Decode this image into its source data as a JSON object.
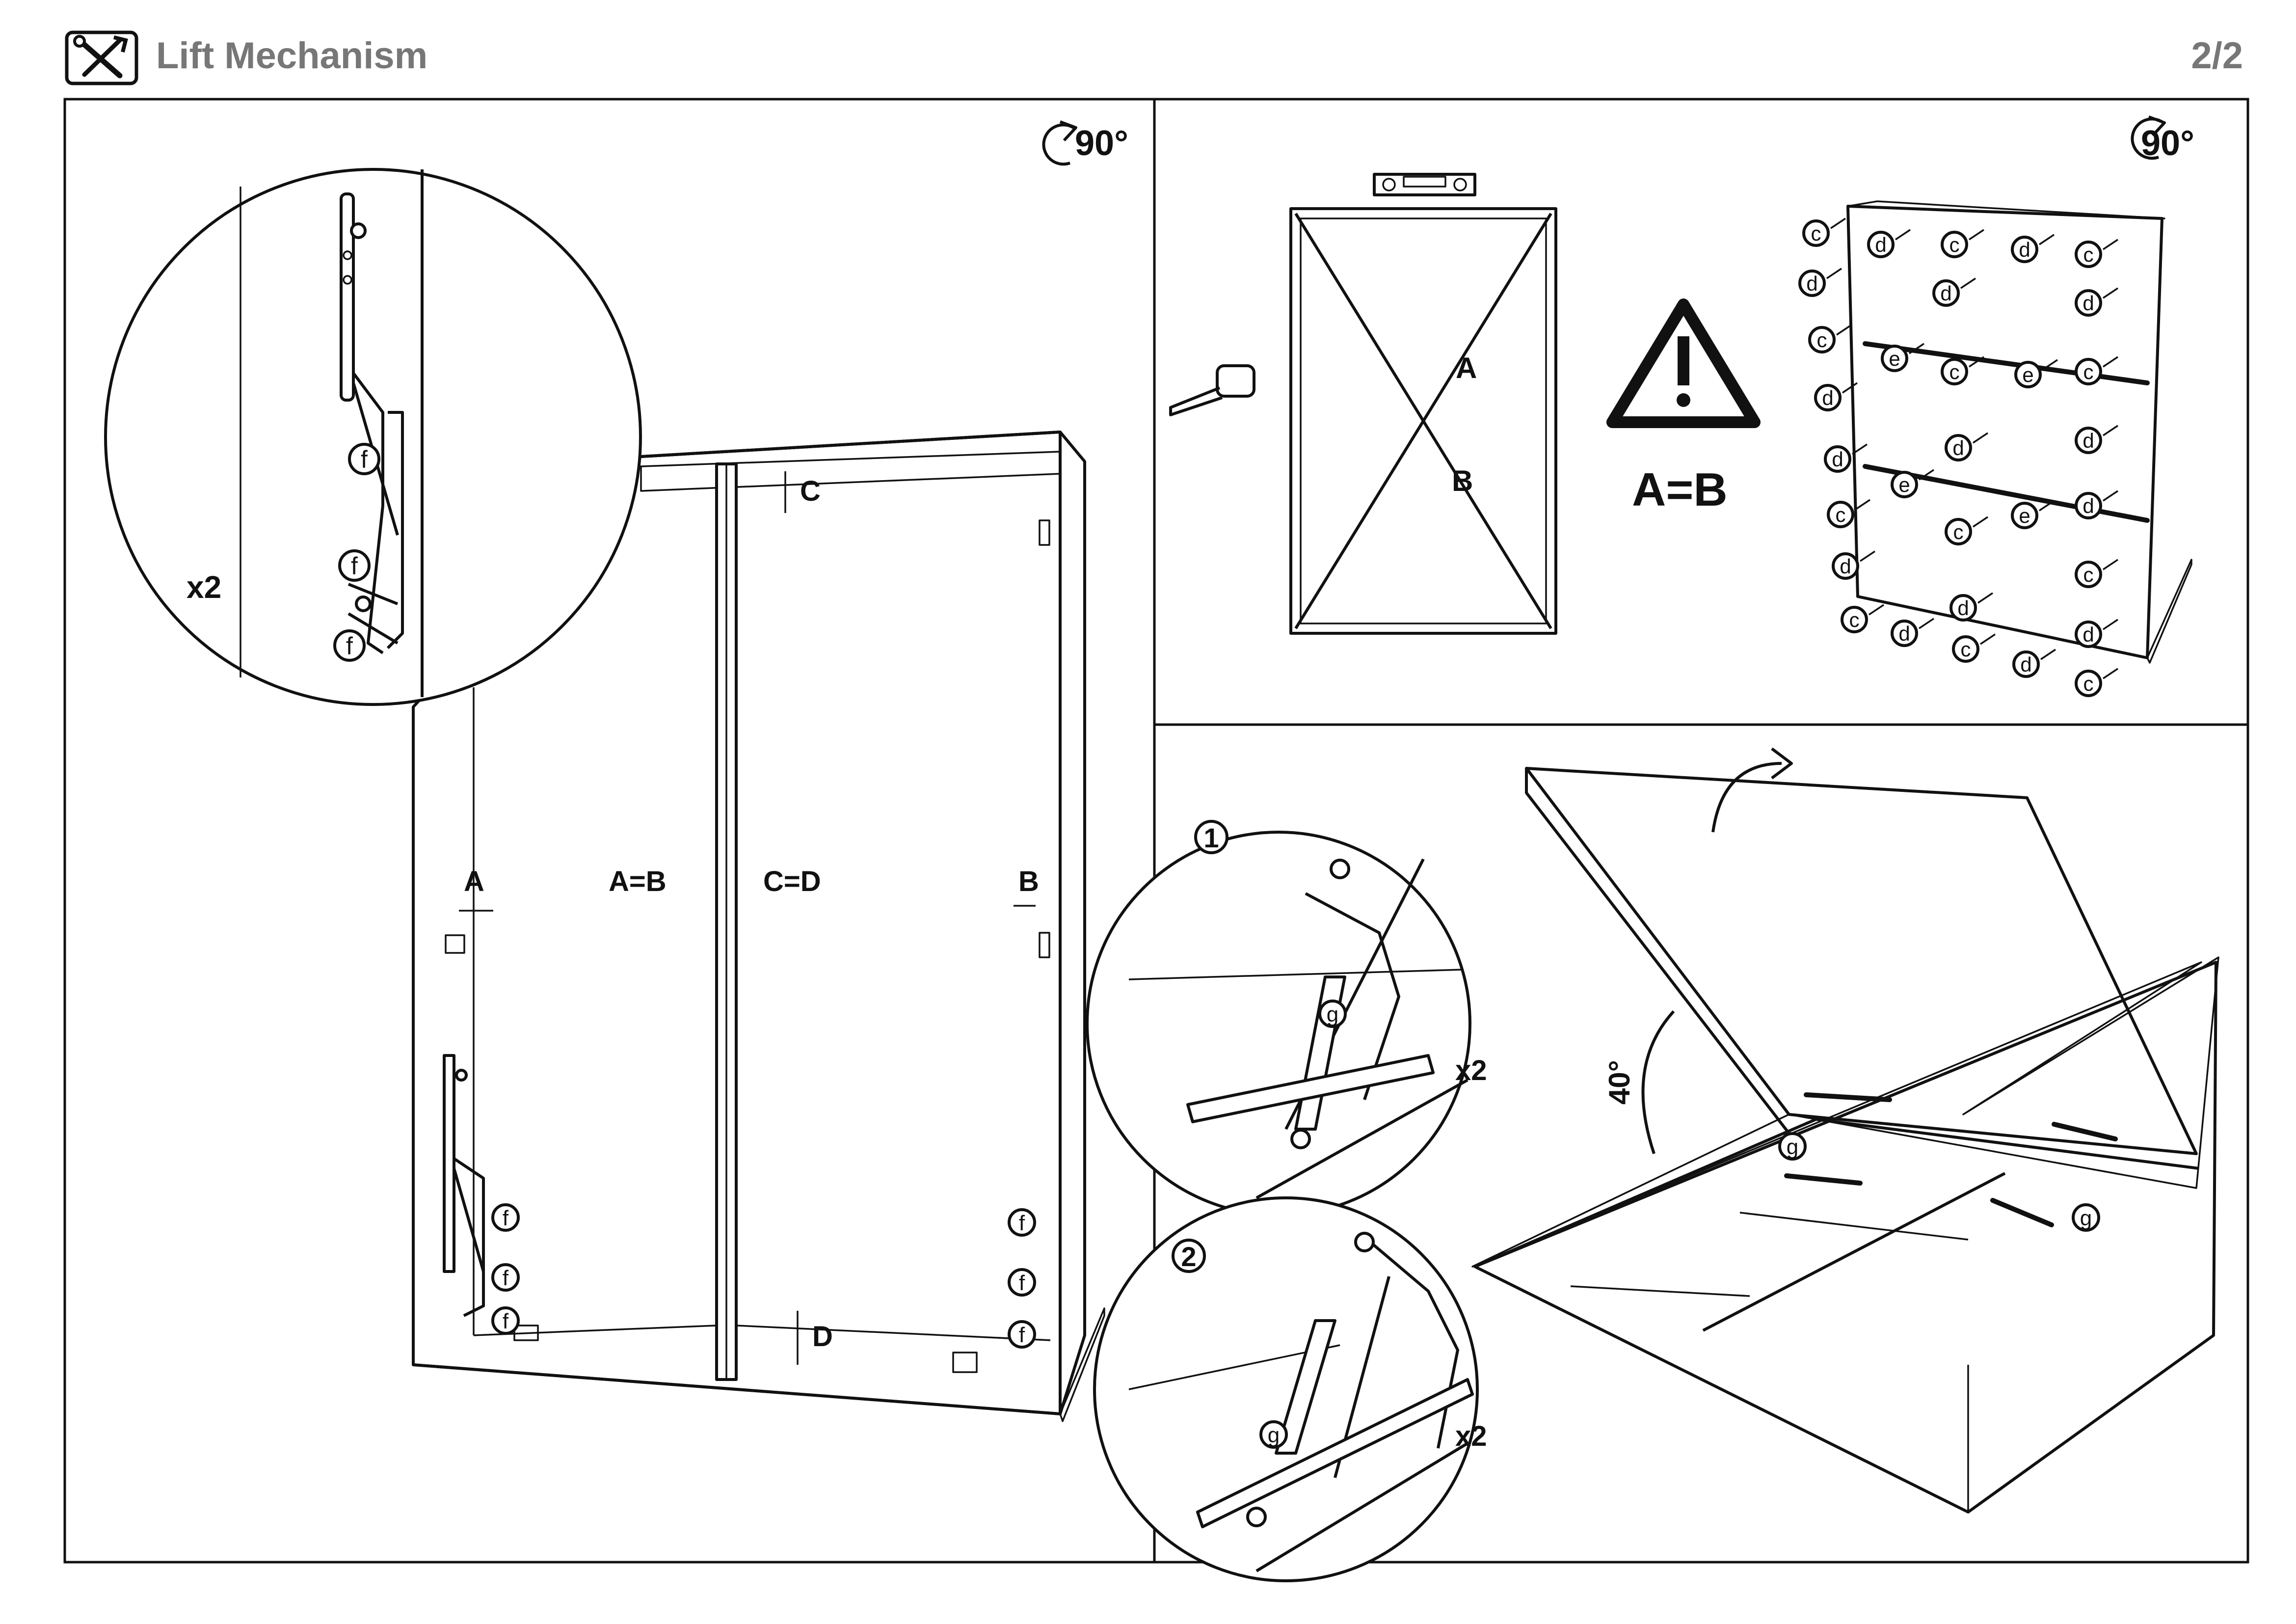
{
  "header": {
    "title": "Lift Mechanism",
    "page": "2/2",
    "tool_icon": "wrench-screwdriver-icon"
  },
  "panel_left": {
    "rotate_label": "90°",
    "multiplier": "x2",
    "part_label": "f",
    "dims": {
      "a": "A",
      "b": "B",
      "c": "C",
      "d": "D",
      "ab": "A=B",
      "cd": "C=D"
    }
  },
  "panel_top_right": {
    "rotate_label": "90°",
    "diag_a": "A",
    "diag_b": "B",
    "equation": "A=B",
    "warning_icon": "warning-triangle-icon",
    "level_icon": "spirit-level-icon",
    "tape_icon": "tape-measure-icon",
    "screw_labels": {
      "c": "c",
      "d": "d",
      "e": "e"
    }
  },
  "panel_bottom_right": {
    "step1": "1",
    "step2": "2",
    "multiplier": "x2",
    "gas_strut_label": "g",
    "angle_label": "40°"
  }
}
